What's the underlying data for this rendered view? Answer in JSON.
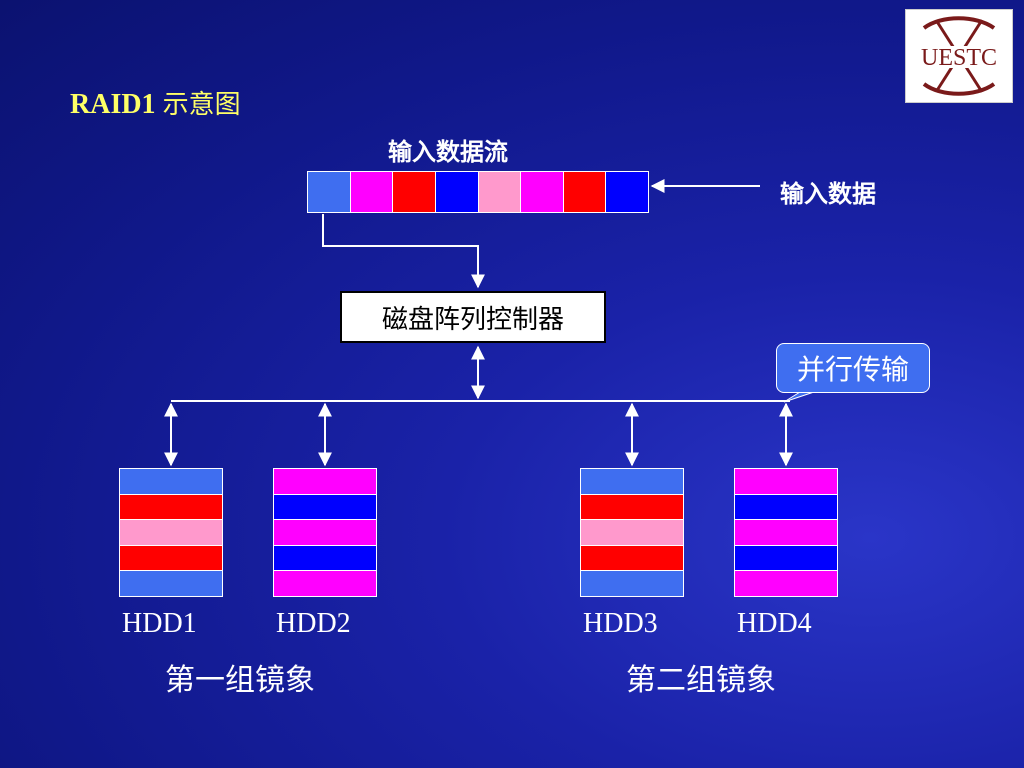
{
  "title": {
    "latin": "RAID1",
    "cn": "示意图"
  },
  "stream_label": "输入数据流",
  "input_label": "输入数据",
  "controller_label": "磁盘阵列控制器",
  "callout_label": "并行传输",
  "logo_text": "UESTC",
  "colors": {
    "blue": "#3f6ef0",
    "magenta": "#ff00ff",
    "red": "#ff0000",
    "dark_blue": "#0000ff",
    "pink": "#ff99cc"
  },
  "stream_cells": [
    "blue",
    "magenta",
    "red",
    "dark_blue",
    "pink",
    "magenta",
    "red",
    "dark_blue"
  ],
  "disks": [
    {
      "label": "HDD1",
      "stripes": [
        "blue",
        "red",
        "pink",
        "red",
        "blue"
      ]
    },
    {
      "label": "HDD2",
      "stripes": [
        "magenta",
        "dark_blue",
        "magenta",
        "dark_blue",
        "magenta"
      ]
    },
    {
      "label": "HDD3",
      "stripes": [
        "blue",
        "red",
        "pink",
        "red",
        "blue"
      ]
    },
    {
      "label": "HDD4",
      "stripes": [
        "magenta",
        "dark_blue",
        "magenta",
        "dark_blue",
        "magenta"
      ]
    }
  ],
  "groups": [
    {
      "label": "第一组镜象"
    },
    {
      "label": "第二组镜象"
    }
  ]
}
